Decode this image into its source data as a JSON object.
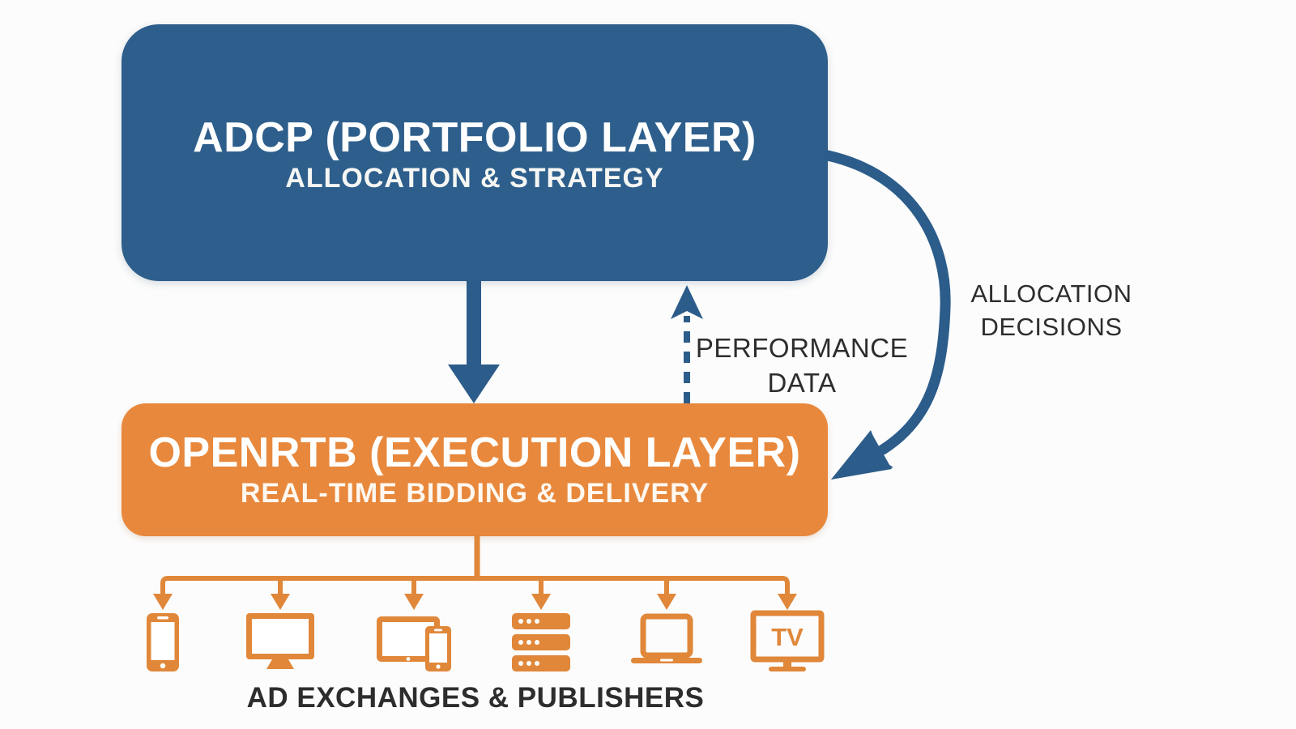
{
  "diagram": {
    "portfolio_layer": {
      "title": "ADCP (PORTFOLIO LAYER)",
      "subtitle": "ALLOCATION & STRATEGY"
    },
    "execution_layer": {
      "title": "OPENRTB (EXECUTION LAYER)",
      "subtitle": "REAL-TIME BIDDING & DELIVERY"
    },
    "labels": {
      "performance_data": "PERFORMANCE DATA",
      "allocation_decisions": "ALLOCATION DECISIONS",
      "ad_exchanges": "AD EXCHANGES & PUBLISHERS",
      "tv": "TV"
    },
    "icons": [
      "smartphone-icon",
      "desktop-monitor-icon",
      "tablet-and-phone-icon",
      "server-stack-icon",
      "laptop-icon",
      "tv-icon"
    ]
  },
  "colors": {
    "blue": "#2e5f8c",
    "orange": "#e8883c",
    "arrow": "#2c5c8a",
    "icon": "#e0873a",
    "ink": "#2d2d2d"
  }
}
